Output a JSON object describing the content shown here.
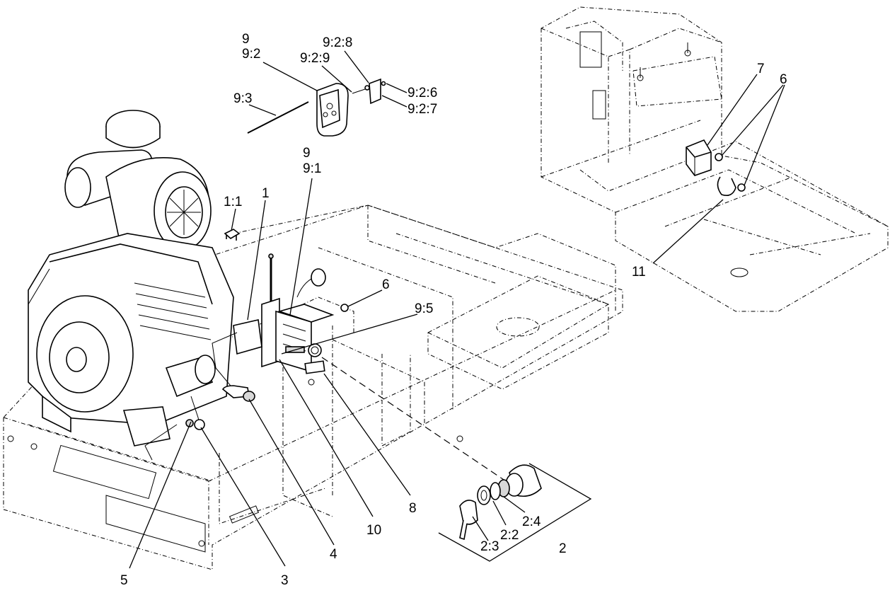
{
  "callouts": [
    {
      "id": "9a",
      "text": "9"
    },
    {
      "id": "9_2",
      "text": "9:2"
    },
    {
      "id": "9_2_8",
      "text": "9:2:8"
    },
    {
      "id": "9_2_9",
      "text": "9:2:9"
    },
    {
      "id": "9_3",
      "text": "9:3"
    },
    {
      "id": "9_2_6",
      "text": "9:2:6"
    },
    {
      "id": "9_2_7",
      "text": "9:2:7"
    },
    {
      "id": "9b",
      "text": "9"
    },
    {
      "id": "9_1",
      "text": "9:1"
    },
    {
      "id": "1_1",
      "text": "1:1"
    },
    {
      "id": "1",
      "text": "1"
    },
    {
      "id": "6a",
      "text": "6"
    },
    {
      "id": "9_5",
      "text": "9:5"
    },
    {
      "id": "7",
      "text": "7"
    },
    {
      "id": "6b",
      "text": "6"
    },
    {
      "id": "11",
      "text": "11"
    },
    {
      "id": "8",
      "text": "8"
    },
    {
      "id": "10",
      "text": "10"
    },
    {
      "id": "2_4",
      "text": "2:4"
    },
    {
      "id": "2_2",
      "text": "2:2"
    },
    {
      "id": "2_3",
      "text": "2:3"
    },
    {
      "id": "2",
      "text": "2"
    },
    {
      "id": "4",
      "text": "4"
    },
    {
      "id": "3",
      "text": "3"
    },
    {
      "id": "5",
      "text": "5"
    }
  ]
}
